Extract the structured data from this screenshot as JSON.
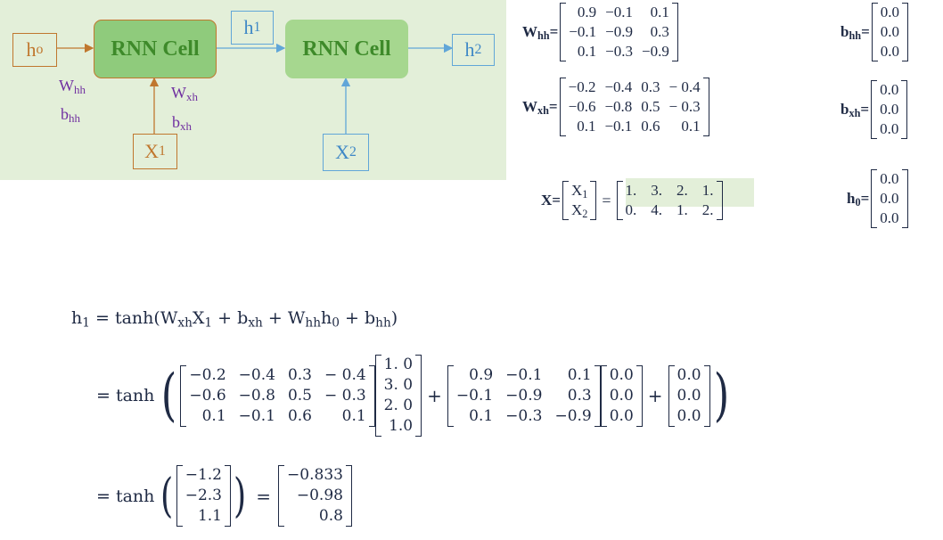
{
  "diagram": {
    "cell1_label": "RNN Cell",
    "cell2_label": "RNN Cell",
    "h0_label": "h",
    "h0_sub": "o",
    "h1_label": "h",
    "h1_sub": "1",
    "h2_label": "h",
    "h2_sub": "2",
    "x1_label": "X",
    "x1_sub": "1",
    "x2_label": "X",
    "x2_sub": "2",
    "whh_label": "W",
    "whh_sub": "hh",
    "bhh_label": "b",
    "bhh_sub": "hh",
    "wxh_label": "W",
    "wxh_sub": "xh",
    "bxh_label": "b",
    "bxh_sub": "xh",
    "colors": {
      "panel": "#e3efd9",
      "cell": "#8fcb7c",
      "orange": "#c0772e",
      "blue": "#3f88c6",
      "purple": "#7030a0"
    }
  },
  "params": {
    "whh": {
      "label": "W",
      "sub": "hh",
      "eq": "=",
      "rows": [
        [
          "0.9",
          "−0.1",
          "0.1"
        ],
        [
          "−0.1",
          "−0.9",
          "0.3"
        ],
        [
          "0.1",
          "−0.3",
          "−0.9"
        ]
      ]
    },
    "bhh": {
      "label": "b",
      "sub": "hh",
      "eq": "=",
      "rows": [
        [
          "0.0"
        ],
        [
          "0.0"
        ],
        [
          "0.0"
        ]
      ]
    },
    "wxh": {
      "label": "W",
      "sub": "xh",
      "eq": "=",
      "rows": [
        [
          "−0.2",
          "−0.4",
          "0.3",
          "− 0.4"
        ],
        [
          "−0.6",
          "−0.8",
          "0.5",
          "− 0.3"
        ],
        [
          "0.1",
          "−0.1",
          "0.6",
          "0.1"
        ]
      ]
    },
    "bxh": {
      "label": "b",
      "sub": "xh",
      "eq": "=",
      "rows": [
        [
          "0.0"
        ],
        [
          "0.0"
        ],
        [
          "0.0"
        ]
      ]
    },
    "x": {
      "label": "X",
      "eq": "=",
      "eq2": "=",
      "rows_sym": [
        [
          "X",
          "1"
        ],
        [
          "X",
          "2"
        ]
      ],
      "rows": [
        [
          "1.",
          "3.",
          "2.",
          "1."
        ],
        [
          "0.",
          "4.",
          "1.",
          "2."
        ]
      ]
    },
    "h0": {
      "label": "h",
      "sub": "0",
      "eq": "=",
      "rows": [
        [
          "0.0"
        ],
        [
          "0.0"
        ],
        [
          "0.0"
        ]
      ]
    }
  },
  "equation": {
    "line1": {
      "lhs_h": "h",
      "lhs_sub": "1",
      "eq": "=",
      "tanh": "tanh(",
      "w1": "W",
      "w1_sub": "xh",
      "x1": "X",
      "x1_sub": "1",
      "plus1": "+",
      "b1": "b",
      "b1_sub": "xh",
      "plus2": "+",
      "w2": "W",
      "w2_sub": "hh",
      "h0": "h",
      "h0_sub": "0",
      "plus3": "+",
      "b2": "b",
      "b2_sub": "hh",
      "close": ")"
    },
    "line2": {
      "eq_tanh": "= tanh",
      "wxh": [
        [
          "−0.2",
          "−0.4",
          "0.3",
          "− 0.4"
        ],
        [
          "−0.6",
          "−0.8",
          "0.5",
          "− 0.3"
        ],
        [
          "0.1",
          "−0.1",
          "0.6",
          "0.1"
        ]
      ],
      "x1": [
        [
          "1. 0"
        ],
        [
          "3. 0"
        ],
        [
          "2. 0"
        ],
        [
          "1.0"
        ]
      ],
      "plus1": "+",
      "whh": [
        [
          "0.9",
          "−0.1",
          "0.1"
        ],
        [
          "−0.1",
          "−0.9",
          "0.3"
        ],
        [
          "0.1",
          "−0.3",
          "−0.9"
        ]
      ],
      "h0": [
        [
          "0.0"
        ],
        [
          "0.0"
        ],
        [
          "0.0"
        ]
      ],
      "plus2": "+",
      "b": [
        [
          "0.0"
        ],
        [
          "0.0"
        ],
        [
          "0.0"
        ]
      ]
    },
    "line3": {
      "eq_tanh": "= tanh",
      "inner": [
        [
          "−1.2"
        ],
        [
          "−2.3"
        ],
        [
          "1.1"
        ]
      ],
      "eq": "=",
      "result": [
        [
          "−0.833"
        ],
        [
          "−0.98"
        ],
        [
          "0.8"
        ]
      ]
    }
  }
}
